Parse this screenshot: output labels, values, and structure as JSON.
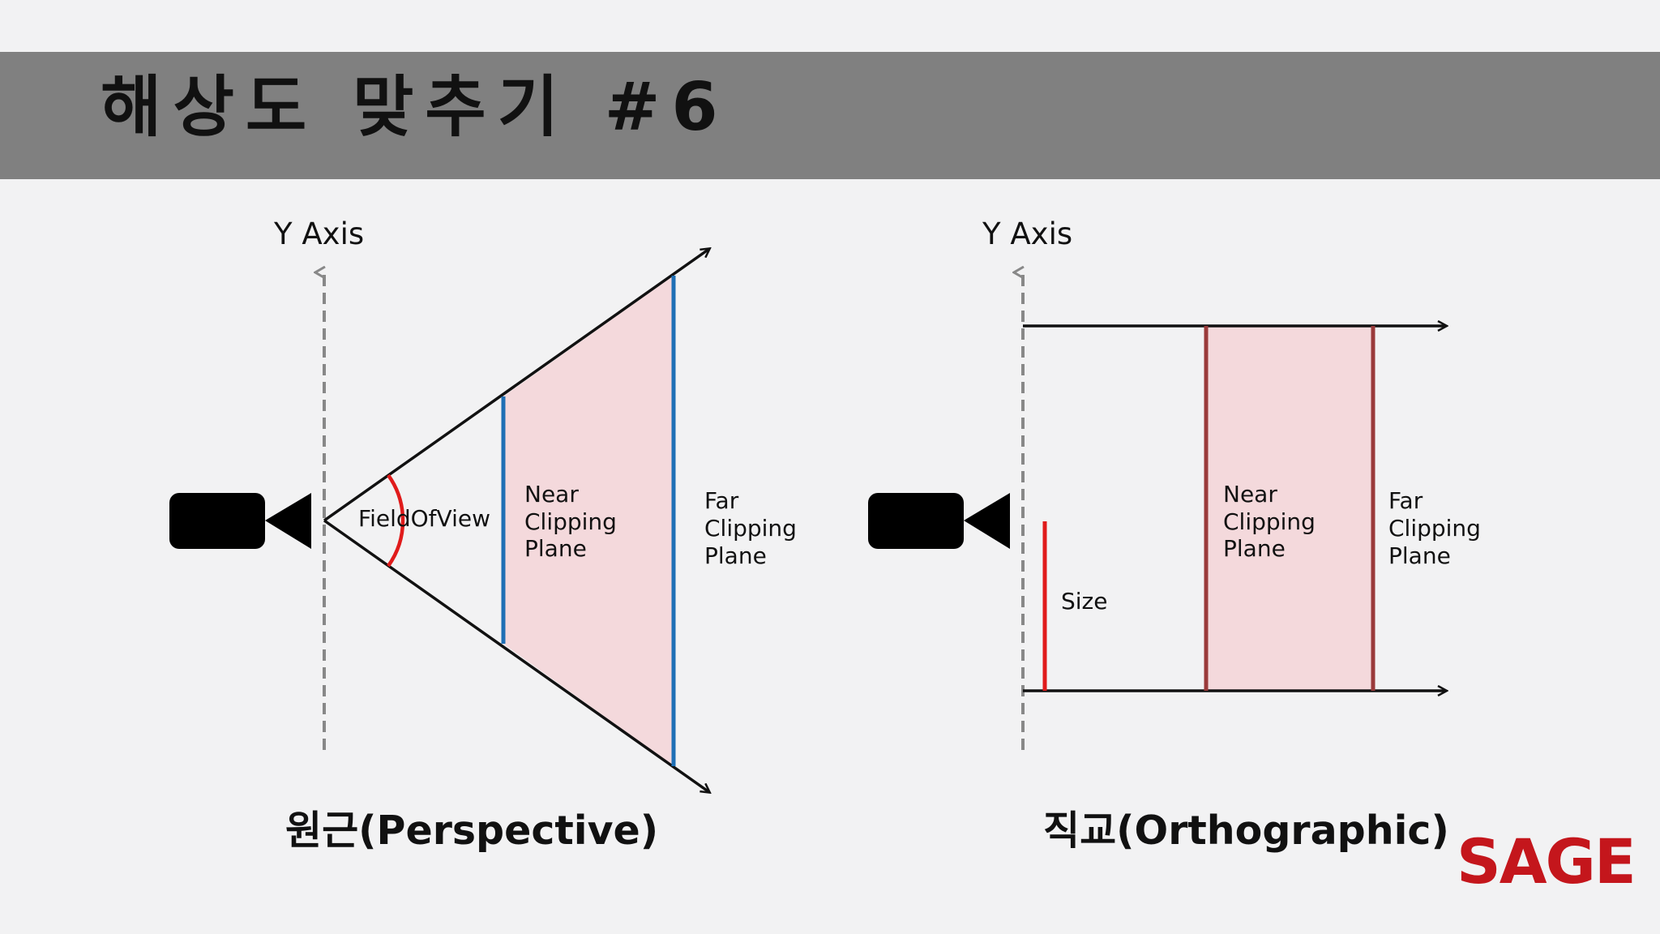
{
  "slide": {
    "title": "해상도 맞추기 #6"
  },
  "perspective": {
    "axis_label": "Y Axis",
    "fov_label": "FieldOfView",
    "near_label": [
      "Near",
      "Clipping",
      "Plane"
    ],
    "far_label": [
      "Far",
      "Clipping",
      "Plane"
    ],
    "caption": "원근(Perspective)"
  },
  "orthographic": {
    "axis_label": "Y Axis",
    "size_label": "Size",
    "near_label": [
      "Near",
      "Clipping",
      "Plane"
    ],
    "far_label": [
      "Far",
      "Clipping",
      "Plane"
    ],
    "caption": "직교(Orthographic)"
  },
  "logo": {
    "text": "SAGE"
  },
  "colors": {
    "title_bar": "#808080",
    "frustum_fill": "#f4d9dc",
    "perspective_planes": "#1f6fb5",
    "orthographic_planes": "#9a3a3a",
    "highlight": "#e01b1b",
    "logo": "#c4161c"
  }
}
